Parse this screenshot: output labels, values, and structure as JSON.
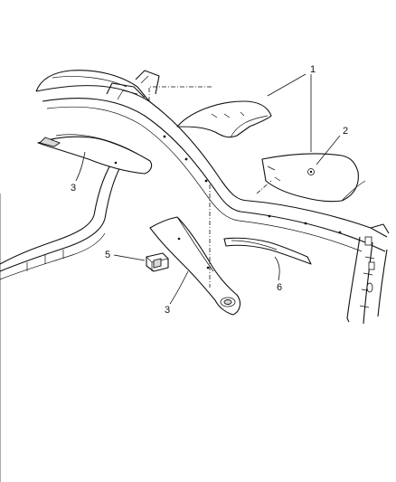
{
  "callouts": [
    "1",
    "2",
    "3",
    "3",
    "5",
    "6"
  ]
}
